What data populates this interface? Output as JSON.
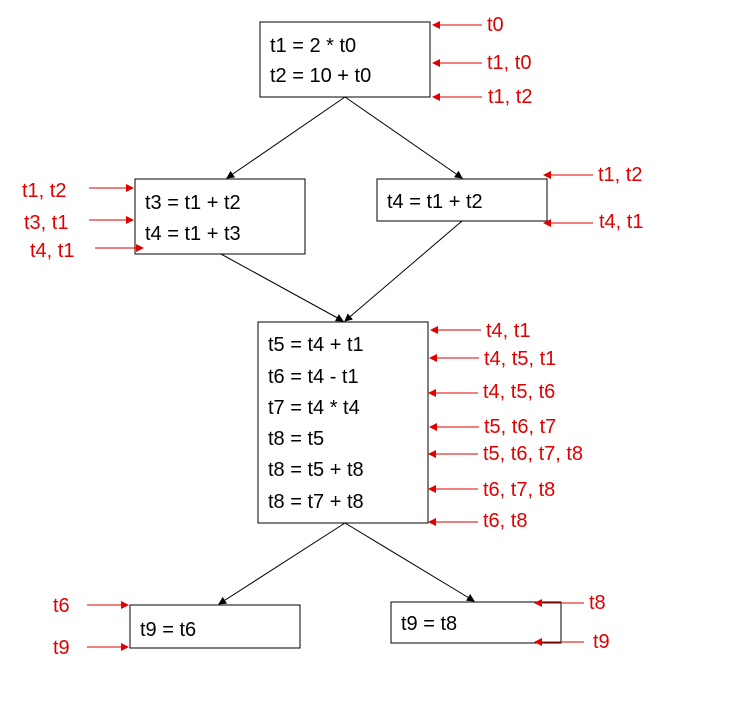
{
  "colors": {
    "annotation": "#e00000",
    "edge": "#000000"
  },
  "blocks": [
    {
      "id": "b1",
      "lines": [
        "t1 = 2 * t0",
        "t2 = 10 + t0"
      ]
    },
    {
      "id": "b2",
      "lines": [
        "t3 = t1 + t2",
        "t4 = t1 + t3"
      ]
    },
    {
      "id": "b3",
      "lines": [
        "t4 = t1 + t2"
      ]
    },
    {
      "id": "b4",
      "lines": [
        "t5 = t4 + t1",
        "t6 = t4 - t1",
        "t7 = t4 * t4",
        "t8 = t5",
        "t8 = t5 + t8",
        "t8 = t7 + t8"
      ]
    },
    {
      "id": "b5",
      "lines": [
        "t9 = t6"
      ]
    },
    {
      "id": "b6",
      "lines": [
        "t9 = t8"
      ]
    }
  ],
  "liveness": {
    "b1": [
      "t0",
      "t1, t0",
      "t1, t2"
    ],
    "b2": [
      "t1, t2",
      "t3, t1",
      "t4, t1"
    ],
    "b3": [
      "t1, t2",
      "t4, t1"
    ],
    "b4": [
      "t4, t1",
      "t4, t5, t1",
      "t4, t5, t6",
      "t5, t6, t7",
      "t5, t6, t7, t8",
      "t6, t7, t8",
      "t6, t8"
    ],
    "b5": [
      "t6",
      "t9"
    ],
    "b6": [
      "t8",
      "t9"
    ]
  }
}
